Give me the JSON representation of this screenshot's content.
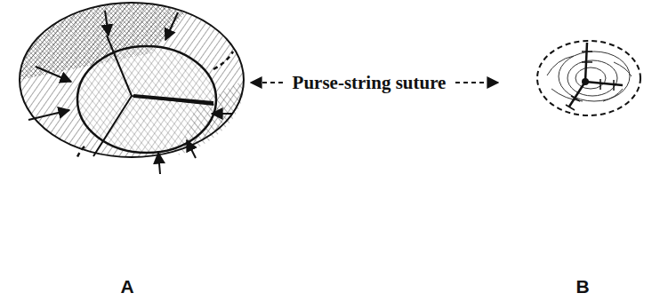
{
  "diagram": {
    "labels": [
      "Purse-string suture",
      "A",
      "B"
    ]
  }
}
